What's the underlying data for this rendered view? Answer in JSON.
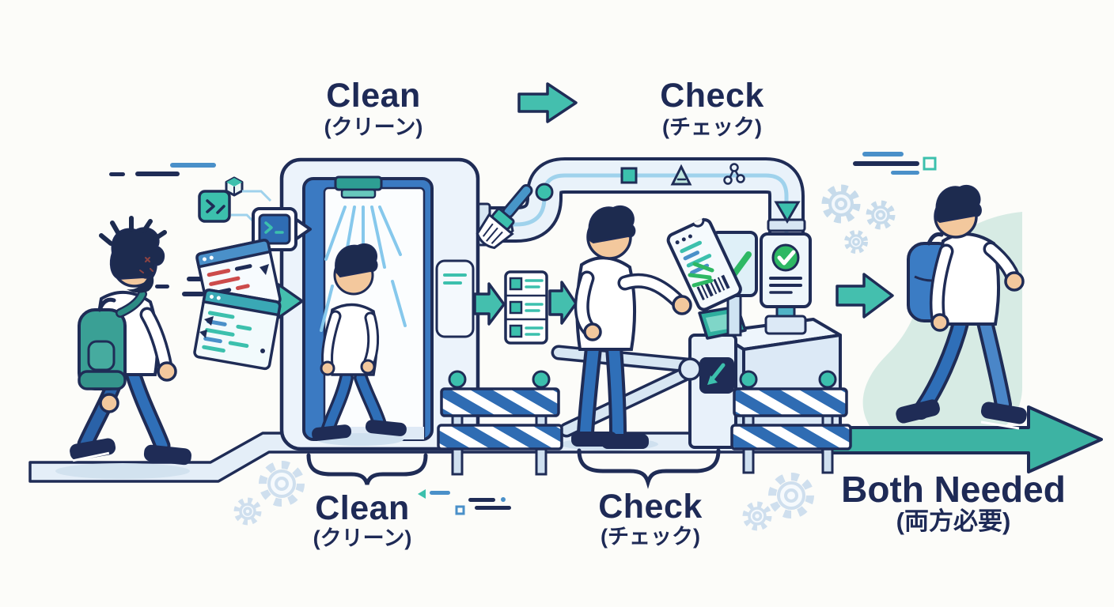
{
  "title": "Clean then Check process illustration",
  "top_flow": {
    "step1": {
      "en": "Clean",
      "ja": "(クリーン)"
    },
    "step2": {
      "en": "Check",
      "ja": "(チェック)"
    }
  },
  "bottom_labels": {
    "clean": {
      "en": "Clean",
      "ja": "(クリーン)"
    },
    "check": {
      "en": "Check",
      "ja": "(チェック)"
    },
    "both": {
      "en": "Both Needed",
      "ja": "(両方必要)"
    }
  },
  "stations": [
    {
      "name": "clean-shower-portal",
      "label_en": "Clean",
      "label_ja": "クリーン"
    },
    {
      "name": "check-turnstile-gate",
      "label_en": "Check",
      "label_ja": "チェック"
    }
  ],
  "icons": [
    "terminal-icon",
    "cube-icon",
    "code-window-icon",
    "shower-icon",
    "broom-icon",
    "keycard-panel-icon",
    "pipe-gem-icon",
    "pipe-square-icon",
    "pipe-triangle-icon",
    "pipe-share-icon",
    "funnel-icon",
    "checklist-icon",
    "ticket-icon",
    "checkmark-icon",
    "approved-badge-icon",
    "turnstile-icon",
    "barrier-icon",
    "gear-icon",
    "flow-arrow-icon"
  ],
  "colors": {
    "navy": "#1f2c56",
    "teal_arrow": "#44bfae",
    "big_arrow": "#3db3a3",
    "green_check": "#2eb864",
    "door_blue": "#3b7ac2",
    "pants_blue": "#2f6fb8",
    "backpack_teal": "#3aa095",
    "backpack_blue": "#3b7cc4",
    "stripe_blue": "#2f6cb3",
    "mint": "#d7ebe4",
    "panel_light": "#e8f1fa",
    "pipe_light": "#9fd2ec",
    "gear_light": "#c7dbeb",
    "skin": "#f3c89d"
  }
}
